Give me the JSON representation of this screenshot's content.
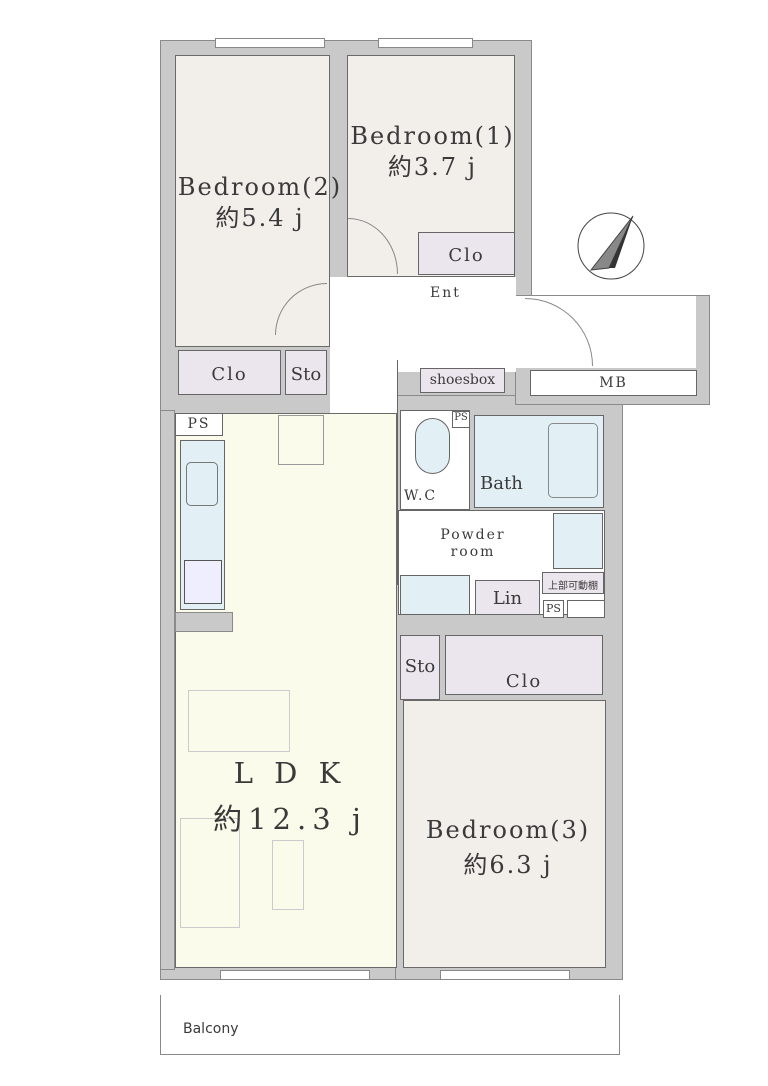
{
  "rooms": {
    "bedroom2": {
      "name": "Bedroom(2)",
      "area": "約5.4 j"
    },
    "bedroom1": {
      "name": "Bedroom(1)",
      "area": "約3.7 j"
    },
    "ldk": {
      "name": "L D K",
      "area": "約12.3 j"
    },
    "bedroom3": {
      "name": "Bedroom(3)",
      "area": "約6.3 j"
    }
  },
  "labels": {
    "clo": "Clo",
    "sto": "Sto",
    "ent": "Ent",
    "shoesbox": "shoesbox",
    "mb": "MB",
    "ps": "PS",
    "wc": "W.C",
    "bath": "Bath",
    "powder": "Powder",
    "powder2": "room",
    "lin": "Lin",
    "shelf": "上部可動棚",
    "balcony": "Balcony"
  },
  "colors": {
    "wall": "#c9c9c9",
    "bedroom": "#f2eeea",
    "ldk": "#fbfbeb",
    "closet": "#ebe5ee",
    "wet": "#e2f0f6"
  }
}
